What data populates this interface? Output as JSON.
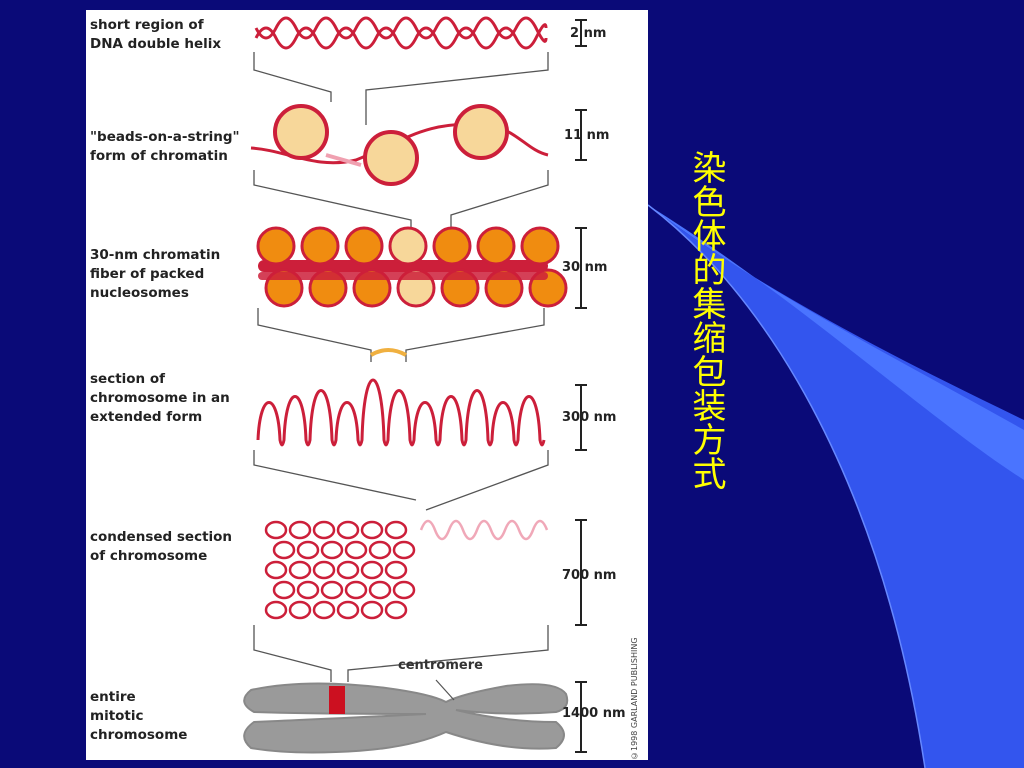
{
  "slide": {
    "title_vertical": "染色体的集缩包装方式",
    "background_color": "#0a0a78",
    "accent_color": "#3366ff",
    "title_color": "#ffff00"
  },
  "figure": {
    "levels": [
      {
        "label": "short region of\nDNA double helix",
        "scale": "2 nm"
      },
      {
        "label": "\"beads-on-a-string\"\nform of chromatin",
        "scale": "11 nm"
      },
      {
        "label": "30-nm chromatin\nfiber of packed\nnucleosomes",
        "scale": "30 nm"
      },
      {
        "label": "section of\nchromosome in an\nextended form",
        "scale": "300 nm"
      },
      {
        "label": "condensed section\nof chromosome",
        "scale": "700 nm"
      },
      {
        "label": "entire\nmitotic\nchromosome",
        "scale": "1400 nm"
      }
    ],
    "centromere_label": "centromere",
    "copyright": "©1998 GARLAND PUBLISHING",
    "colors": {
      "dna": "#cc1f3a",
      "bead": "#f7d79a",
      "bead_dark": "#f08c10",
      "chromosome": "#9a9a9a"
    }
  }
}
